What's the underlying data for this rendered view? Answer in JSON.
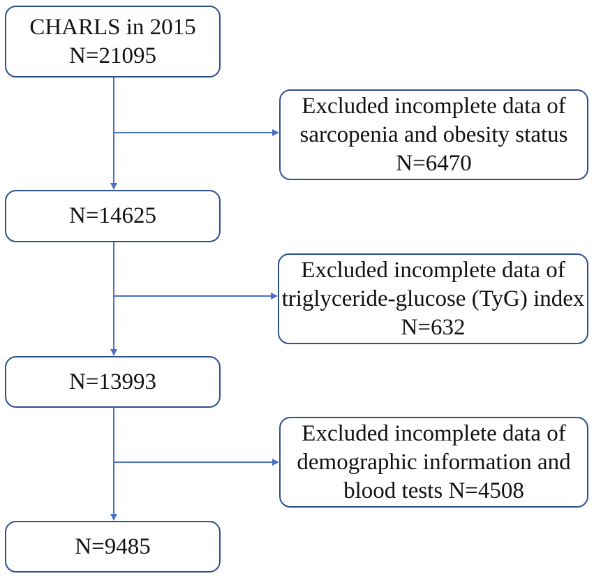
{
  "flowchart": {
    "boxes": {
      "start": {
        "line1": "CHARLS in 2015",
        "line2": "N=21095"
      },
      "exclusion1": {
        "line1": "Excluded incomplete data of",
        "line2": "sarcopenia and obesity status",
        "line3": "N=6470"
      },
      "step2": {
        "line1": "N=14625"
      },
      "exclusion2": {
        "line1": "Excluded incomplete data of",
        "line2": "triglyceride-glucose (TyG) index",
        "line3": "N=632"
      },
      "step3": {
        "line1": "N=13993"
      },
      "exclusion3": {
        "line1": "Excluded incomplete data of",
        "line2": "demographic information and",
        "line3": "blood tests N=4508"
      },
      "final": {
        "line1": "N=9485"
      }
    },
    "colors": {
      "box_border": "#2d4f8e",
      "arrow": "#4a72c4"
    }
  }
}
